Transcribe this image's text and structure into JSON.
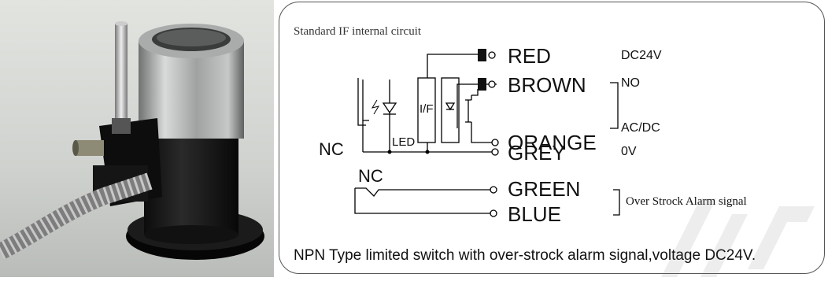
{
  "photo": {
    "description_icon": "limit-switch-photo"
  },
  "diagram": {
    "title": "Standard IF internal circuit",
    "wires": {
      "red": "RED",
      "brown": "BROWN",
      "orange": "ORANGE",
      "grey": "GREY",
      "green": "GREEN",
      "blue": "BLUE"
    },
    "signals": {
      "dc24v": "DC24V",
      "no": "NO",
      "acdc": "AC/DC",
      "zero_v": "0V",
      "alarm": "Over Strock Alarm signal"
    },
    "labels": {
      "nc_left": "NC",
      "nc_green": "NC",
      "led": "LED",
      "if_box": "I/F"
    },
    "note": "NPN Type limited switch with over-strock alarm signal,voltage DC24V."
  }
}
